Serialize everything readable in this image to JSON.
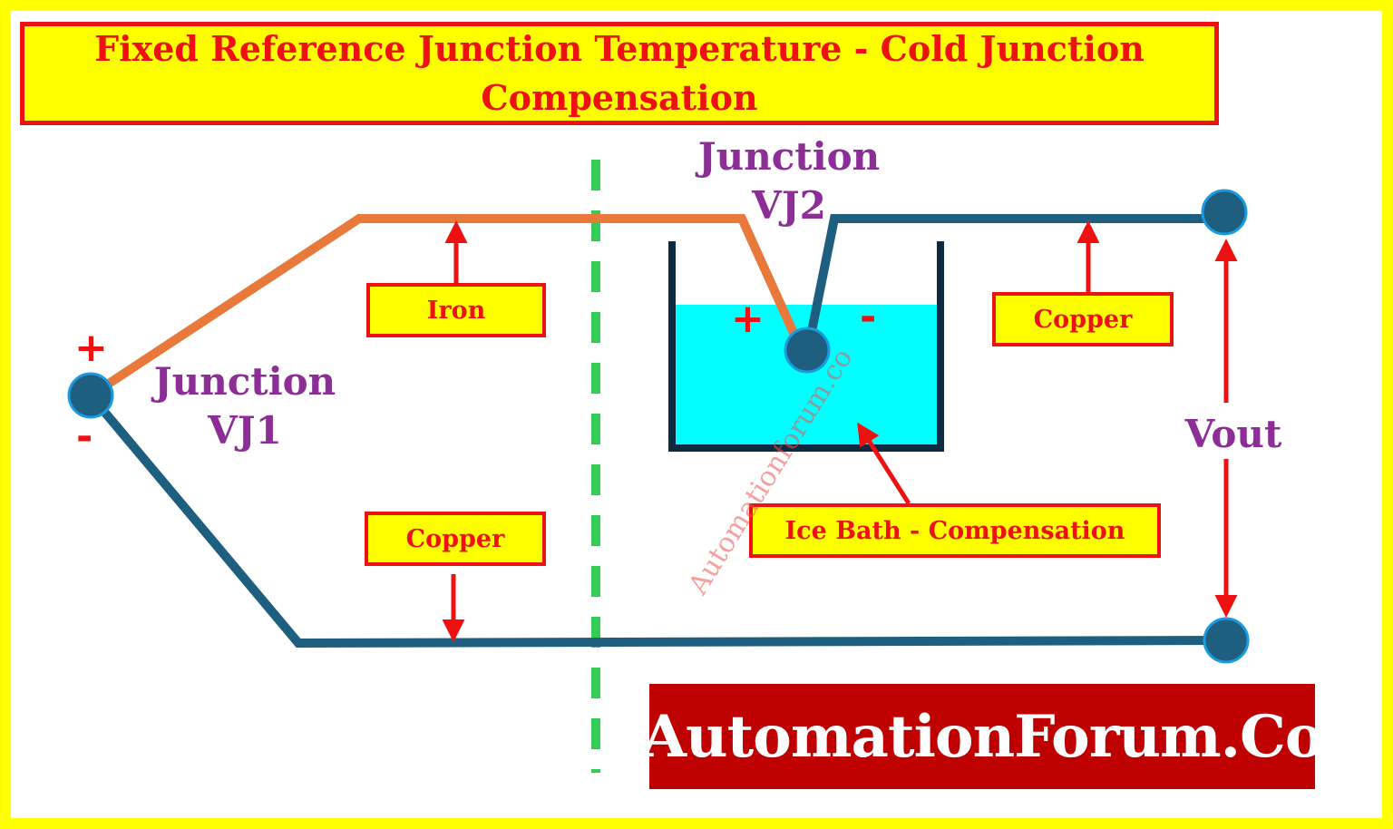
{
  "title": "Fixed Reference Junction Temperature - Cold Junction Compensation",
  "labels": {
    "iron": "Iron",
    "copper_top": "Copper",
    "copper_bottom": "Copper",
    "ice_bath": "Ice Bath - Compensation",
    "junction_vj1_line1": "Junction",
    "junction_vj1_line2": "VJ1",
    "junction_vj2_line1": "Junction",
    "junction_vj2_line2": "VJ2",
    "vout": "Vout"
  },
  "signs": {
    "vj1_plus": "+",
    "vj1_minus": "-",
    "vj2_plus": "+",
    "vj2_minus": "-"
  },
  "branding": {
    "logo_text": "AutomationForum.Co",
    "watermark": "Automationforum.co"
  },
  "colors": {
    "frame": "#ffff00",
    "label_border": "#ee1111",
    "iron_wire": "#e8793a",
    "copper_wire": "#1e5f7f",
    "junction_dot": "#1e5f7f",
    "junction_ring": "#1a9be0",
    "ice_water": "#00ffff",
    "beaker": "#0d2a40",
    "arrow": "#ee1111",
    "divider": "#33cc55",
    "purple_text": "#8b2f96",
    "brand_bg": "#bf0000"
  }
}
